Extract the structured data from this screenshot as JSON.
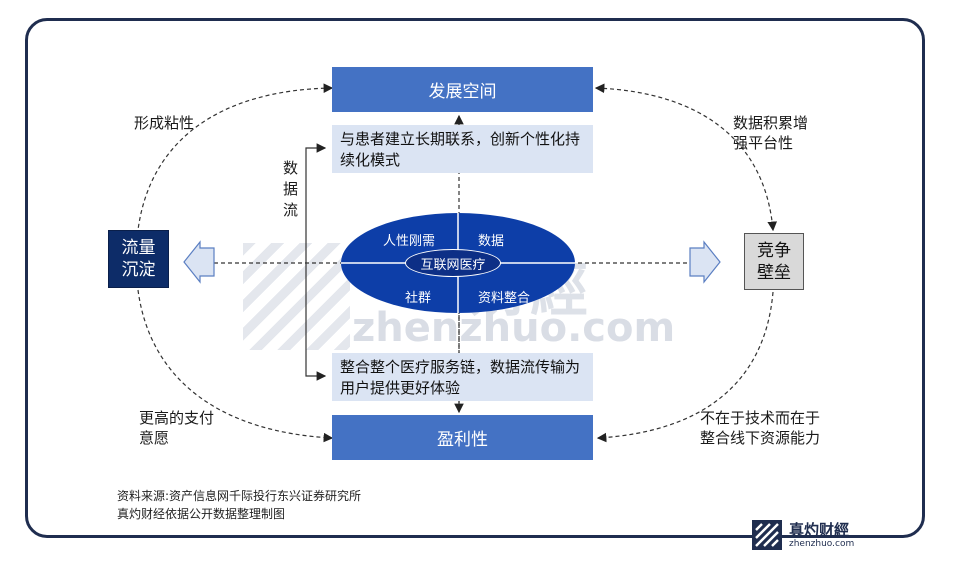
{
  "top_box": "发展空间",
  "bottom_box": "盈利性",
  "top_note": "与患者建立长期联系，创新个性化持续化模式",
  "bottom_note": "整合整个医疗服务链，数据流传输为用户提供更好体验",
  "data_flow_label": [
    "数",
    "据",
    "流"
  ],
  "left_box": [
    "流量",
    "沉淀"
  ],
  "right_box": [
    "竞争",
    "壁垒"
  ],
  "corner_labels": {
    "top_left": "形成粘性",
    "top_right": [
      "数据积累增",
      "强平台性"
    ],
    "bottom_left": [
      "更高的支付",
      "意愿"
    ],
    "bottom_right": [
      "不在于技术而在于",
      "整合线下资源能力"
    ]
  },
  "ellipse": {
    "center": "互联网医疗",
    "top_left": "人性刚需",
    "top_right": "数据",
    "bottom_left": "社群",
    "bottom_right": "资料整合"
  },
  "source": [
    "资料来源:资产信息网千际投行东兴证券研究所",
    "真灼财经依据公开数据整理制图"
  ],
  "watermark": {
    "cn": "财經",
    "en": "zhenzhuo.com"
  },
  "logo": {
    "cn": "真灼财經",
    "en": "zhenzhuo.com"
  },
  "colors": {
    "frame": "#1f2d4f",
    "box_blue": "#4472c4",
    "box_light": "#dbe4f3",
    "ellipse": "#0d3ea8",
    "left_box": "#0d2c68",
    "right_box": "#d9d9d9"
  }
}
